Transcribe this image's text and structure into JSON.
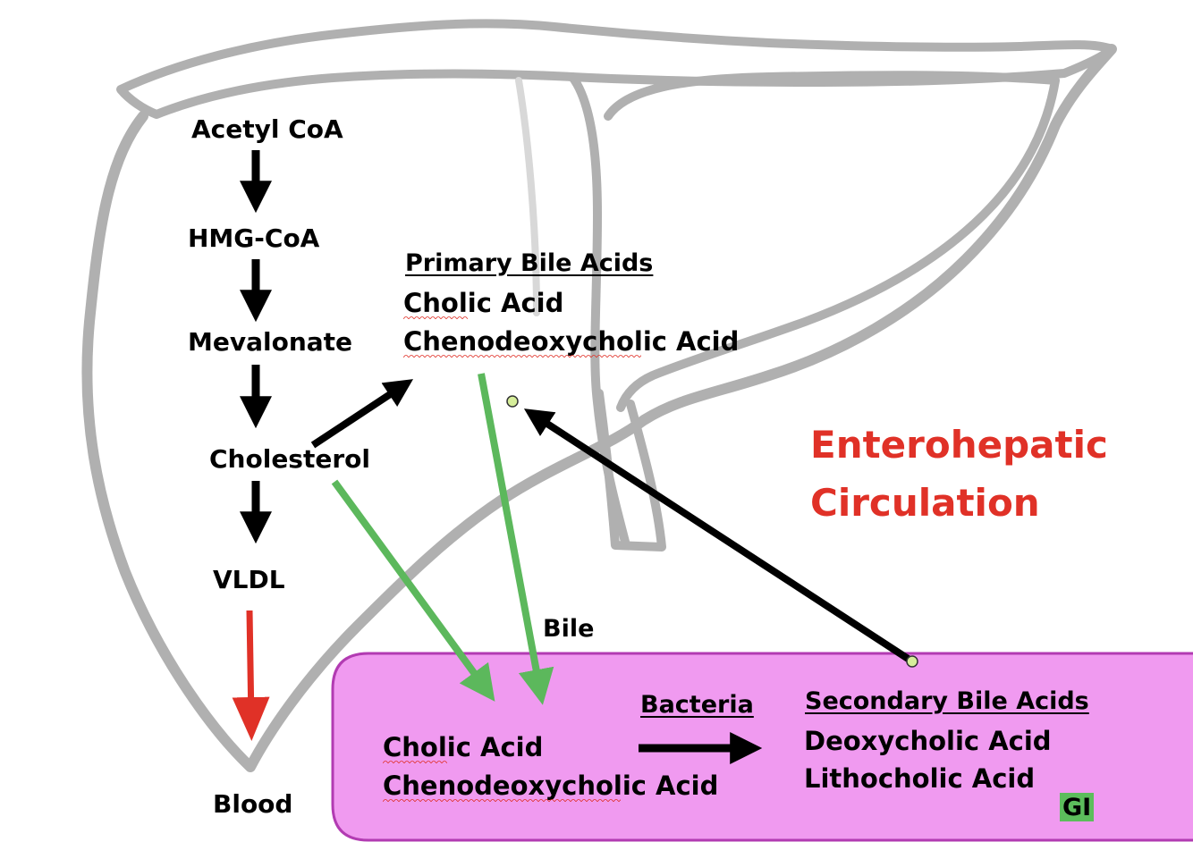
{
  "pathway": {
    "step1": "Acetyl CoA",
    "step2": "HMG-CoA",
    "step3": "Mevalonate",
    "step4": "Cholesterol",
    "step5": "VLDL",
    "destination": "Blood"
  },
  "primary": {
    "heading": "Primary Bile Acids",
    "acid1": "Cholic Acid",
    "acid2": "Chenodeoxycholic Acid"
  },
  "bile_label": "Bile",
  "title": {
    "line1": "Enterohepatic",
    "line2": "Circulation"
  },
  "intestine": {
    "acid1": "Cholic Acid",
    "acid2": "Chenodeoxycholic Acid",
    "bacteria_label": "Bacteria",
    "secondary_heading": "Secondary Bile Acids",
    "secondary1": "Deoxycholic Acid",
    "secondary2": "Lithocholic Acid",
    "region_label": "GI"
  },
  "colors": {
    "liver_outline": "#b0b0b0",
    "gi_fill": "#f09af0",
    "gi_border": "#b23bb2",
    "green_arrow": "#5cb85c",
    "red_arrow": "#e03127",
    "title": "#e03127"
  }
}
